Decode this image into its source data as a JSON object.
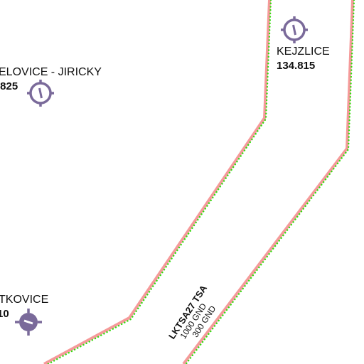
{
  "colors": {
    "background": "#ffffff",
    "tsa_border": "#f59a9a",
    "tsa_dots": "#33dd11",
    "airfield_symbol": "#7a6a9a",
    "text": "#111111"
  },
  "airfields": [
    {
      "name": "KEJZLICE",
      "frequency": "134.815",
      "icon": "glider-airfield-icon"
    },
    {
      "name": "ELOVICE - JIRICKY",
      "frequency": ".825",
      "icon": "glider-airfield-icon"
    },
    {
      "name": "TKOVICE",
      "frequency": "10",
      "icon": "ultralight-airfield-icon"
    }
  ],
  "airspace": {
    "name": "LKTSA27 TSA",
    "upper_limit": "1000 GND",
    "lower_limit": "300 GND"
  }
}
